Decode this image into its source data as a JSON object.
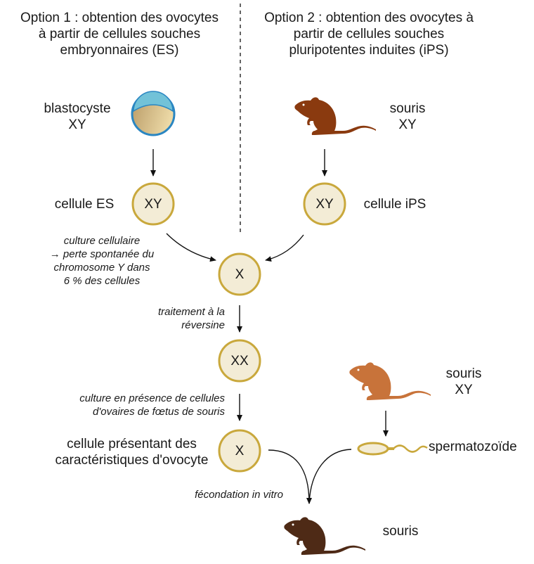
{
  "options": {
    "option1": {
      "title": [
        "Option 1 : obtention des ovocytes",
        "à partir de cellules souches",
        "embryonnaires (ES)"
      ]
    },
    "option2": {
      "title": [
        "Option 2 : obtention des ovocytes à",
        "partir de cellules souches",
        "pluripotentes induites (iPS)"
      ]
    }
  },
  "nodes": {
    "blastocyste": {
      "label": [
        "blastocyste",
        "XY"
      ]
    },
    "souris_top": {
      "label": [
        "souris",
        "XY"
      ]
    },
    "cellule_es": {
      "label": "cellule ES",
      "chromosomes": "XY"
    },
    "cellule_ips": {
      "label": "cellule iPS",
      "chromosomes": "XY"
    },
    "cell_x1": {
      "chromosomes": "X"
    },
    "cell_xx": {
      "chromosomes": "XX"
    },
    "ovocyte": {
      "label": [
        "cellule présentant des",
        "caractéristiques d'ovocyte"
      ],
      "chromosomes": "X"
    },
    "souris_male": {
      "label": [
        "souris",
        "XY"
      ]
    },
    "spermatozoide": {
      "label": "spermatozoïde"
    },
    "souris_result": {
      "label": "souris"
    }
  },
  "steps": {
    "culture": [
      "culture cellulaire",
      "→ perte spontanée du",
      "chromosome Y dans",
      "6 % des cellules"
    ],
    "reversine": [
      "traitement à la",
      "réversine"
    ],
    "ovaires": [
      "culture en présence de cellules",
      "d'ovaires de fœtus de souris"
    ],
    "fecondation": "fécondation in vitro"
  },
  "colors": {
    "cell_fill": "#f3ecd6",
    "cell_stroke": "#c9a83c",
    "mouse_top": "#8a3a0f",
    "mouse_male": "#c8733a",
    "mouse_result": "#4e2a16",
    "blastocyst_stroke": "#2a86c2",
    "blastocyst_cap": "#72c2d8"
  }
}
